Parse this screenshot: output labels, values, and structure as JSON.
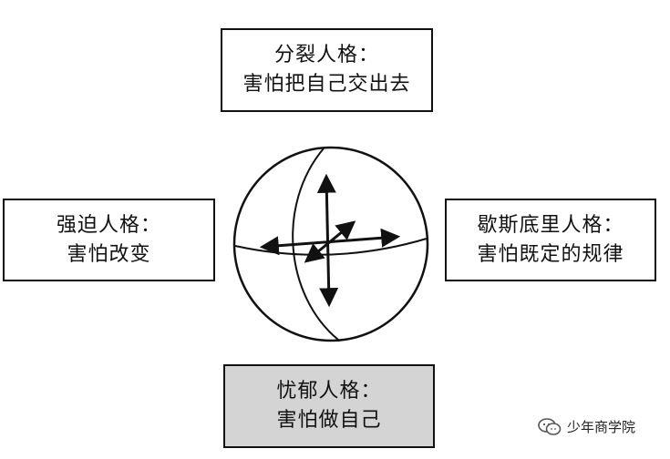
{
  "boxes": {
    "top": {
      "title": "分裂人格：",
      "subtitle": "害怕把自己交出去"
    },
    "left": {
      "title": "强迫人格：",
      "subtitle": "害怕改变"
    },
    "right": {
      "title": "歇斯底里人格：",
      "subtitle": "害怕既定的规律"
    },
    "bottom": {
      "title": "忧郁人格：",
      "subtitle": "害怕做自己"
    }
  },
  "watermark": {
    "text": "少年商学院",
    "icon": "wechat-icon"
  },
  "colors": {
    "stroke": "#111111",
    "highlight_box": "#d4d4d4"
  }
}
